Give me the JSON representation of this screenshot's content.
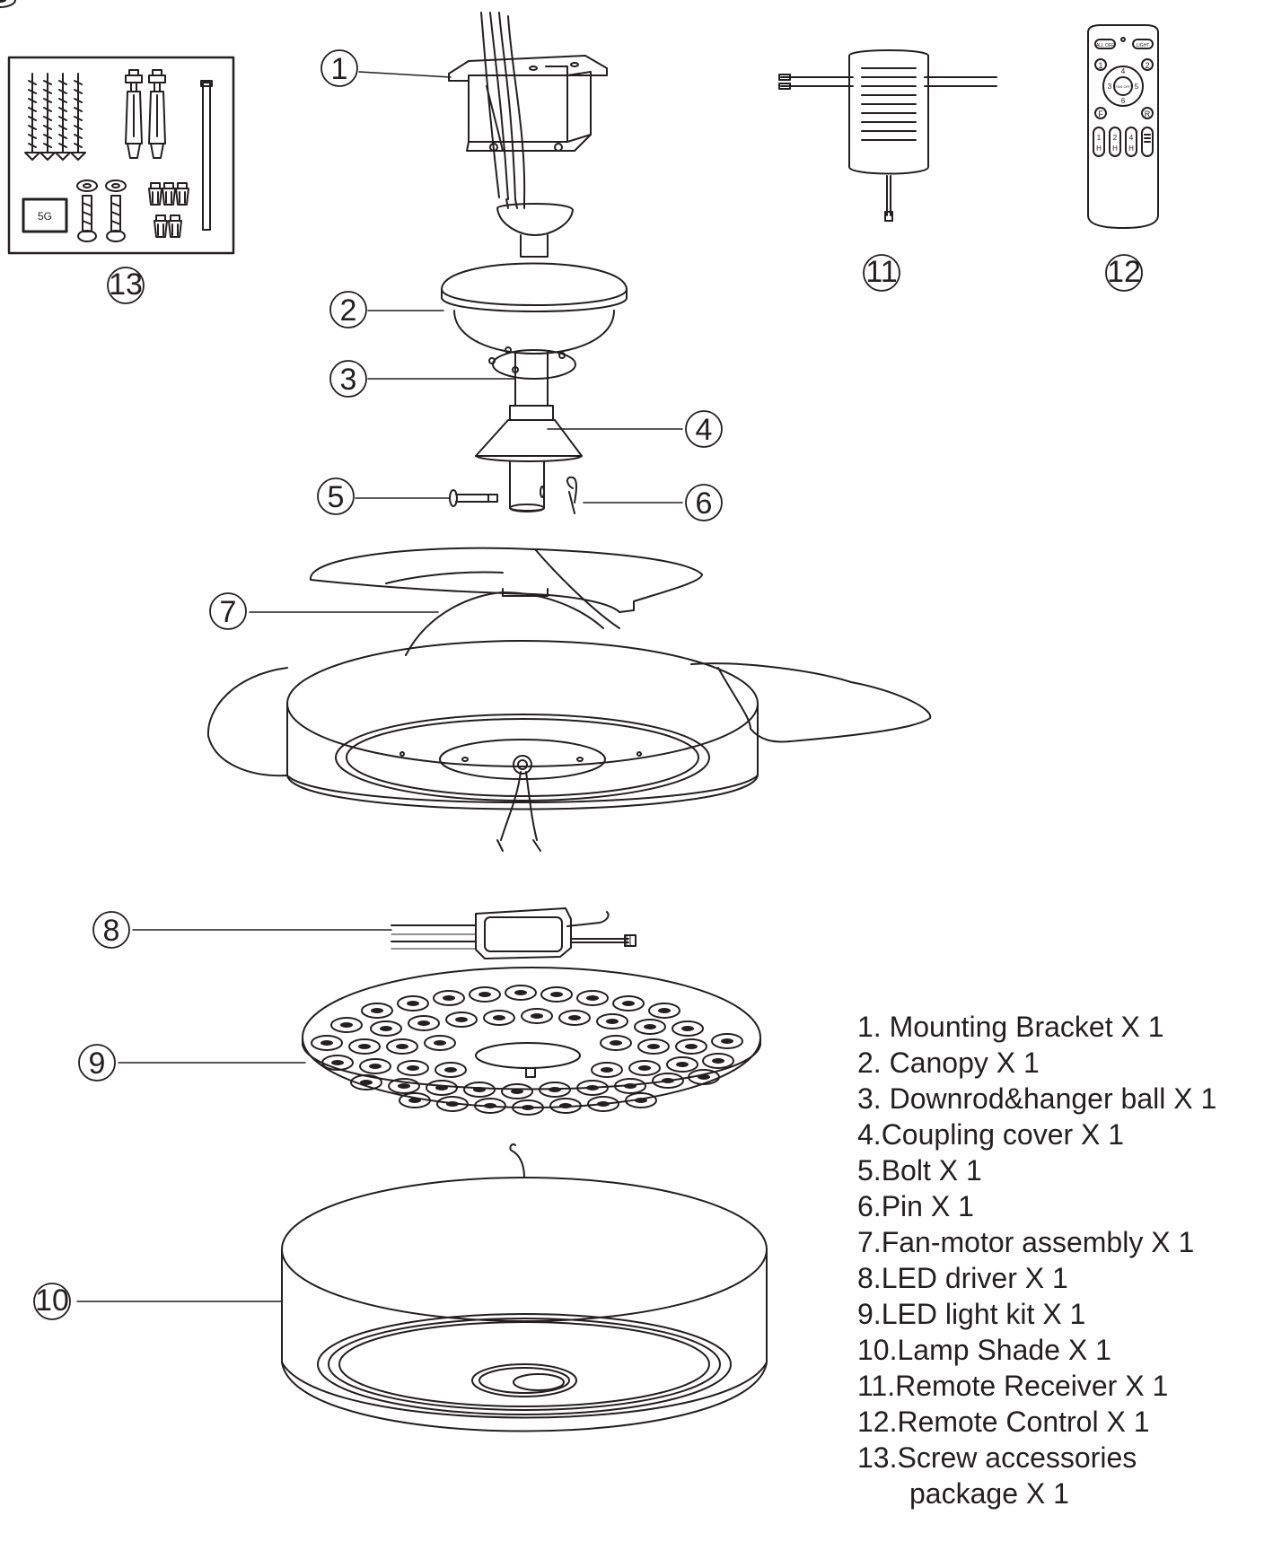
{
  "callouts": [
    "1",
    "2",
    "3",
    "4",
    "5",
    "6",
    "7",
    "8",
    "9",
    "10",
    "11",
    "12",
    "13"
  ],
  "accessory_label": "5G",
  "remote": {
    "top_left": "ALL OFF",
    "top_right": "LIGHT",
    "center": "FAN OFF",
    "pad_numbers": [
      "4",
      "3",
      "5",
      "6"
    ],
    "corner_left_top": "1",
    "corner_right_top": "2",
    "corner_left_bottom": "F",
    "corner_right_bottom": "R",
    "hour_buttons": [
      [
        "1",
        "H"
      ],
      [
        "2",
        "H"
      ],
      [
        "4",
        "H"
      ]
    ]
  },
  "parts": [
    "1. Mounting Bracket X 1",
    "2. Canopy X 1",
    "3. Downrod&hanger ball X 1",
    "4.Coupling cover X 1",
    "5.Bolt X 1",
    "6.Pin X 1",
    "7.Fan-motor assembly X 1",
    "8.LED driver X 1",
    "9.LED light kit X 1",
    "10.Lamp Shade X 1",
    "11.Remote Receiver X 1",
    "12.Remote Control X 1",
    "13.Screw accessories"
  ],
  "parts_continuation": "package X 1",
  "colors": {
    "ink": "#231f20",
    "background": "#ffffff"
  }
}
